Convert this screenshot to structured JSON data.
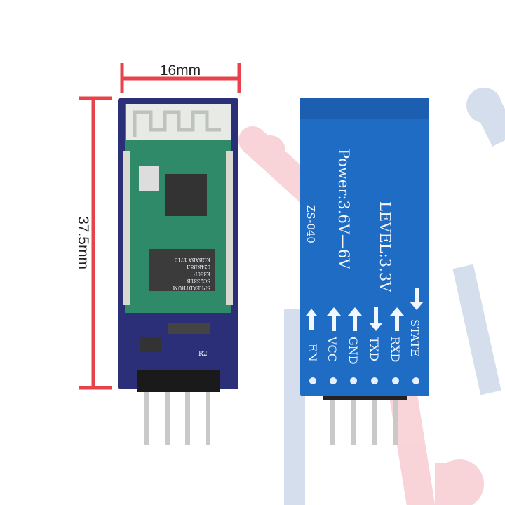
{
  "dimensions": {
    "width_label": "16mm",
    "height_label": "37.5mm",
    "marker_color": "#e8424a"
  },
  "left_module": {
    "chip_text": [
      "SPREADTRUM",
      "SC2331B",
      "K360F",
      "024KB8.1",
      "KGBABA 1719"
    ],
    "component_labels": [
      "R2"
    ],
    "pcb_color": "#2b2f78",
    "module_color": "#2f8a6a"
  },
  "right_module": {
    "power_text": "Power:3.6V—6V",
    "level_text": "LEVEL:3.3V",
    "model_text": "ZS-040",
    "pins": [
      {
        "label": "EN",
        "arrow": "up"
      },
      {
        "label": "VCC",
        "arrow": "up"
      },
      {
        "label": "GND",
        "arrow": "up"
      },
      {
        "label": "TXD",
        "arrow": "down"
      },
      {
        "label": "RXD",
        "arrow": "up"
      },
      {
        "label": "STATE",
        "arrow": "down"
      }
    ],
    "pcb_color": "#1f6cc4"
  }
}
